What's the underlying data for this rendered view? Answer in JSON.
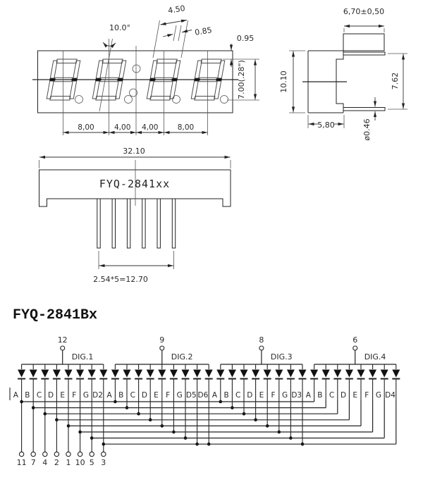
{
  "front_view": {
    "angle": "10.0°",
    "digit_width": "4.50",
    "segment_width": "0.85",
    "top_gap": "0.95",
    "digit_height": "7.00(.28\")",
    "pitch_dims": [
      "8,00",
      "4,00",
      "4,00",
      "8,00"
    ]
  },
  "side_view": {
    "lead_length": "6,70±0,50",
    "body_height": "10.10",
    "row_spacing": "7.62",
    "body_depth": "5,80",
    "lead_dia": "ø0.46"
  },
  "outline_view": {
    "body_width": "32.10",
    "part_label": "FYQ-2841xx",
    "lead_pitch": "2.54*5=12.70"
  },
  "circuit": {
    "title": "FYQ-2841Bx",
    "digits": [
      {
        "label": "DIG.1",
        "pin": "12",
        "segments": [
          "A",
          "B",
          "C",
          "D",
          "E",
          "F",
          "G",
          "D2"
        ]
      },
      {
        "label": "DIG.2",
        "pin": "9",
        "segments": [
          "A",
          "B",
          "C",
          "D",
          "E",
          "F",
          "G",
          "D5",
          "D6"
        ]
      },
      {
        "label": "DIG.3",
        "pin": "8",
        "segments": [
          "A",
          "B",
          "C",
          "D",
          "E",
          "F",
          "G",
          "D3"
        ]
      },
      {
        "label": "DIG.4",
        "pin": "6",
        "segments": [
          "A",
          "B",
          "C",
          "D",
          "E",
          "F",
          "G",
          "D4"
        ]
      }
    ],
    "segment_pins": [
      "11",
      "7",
      "4",
      "2",
      "1",
      "10",
      "5",
      "3"
    ]
  },
  "colors": {
    "line": "#222222",
    "background": "#ffffff"
  }
}
